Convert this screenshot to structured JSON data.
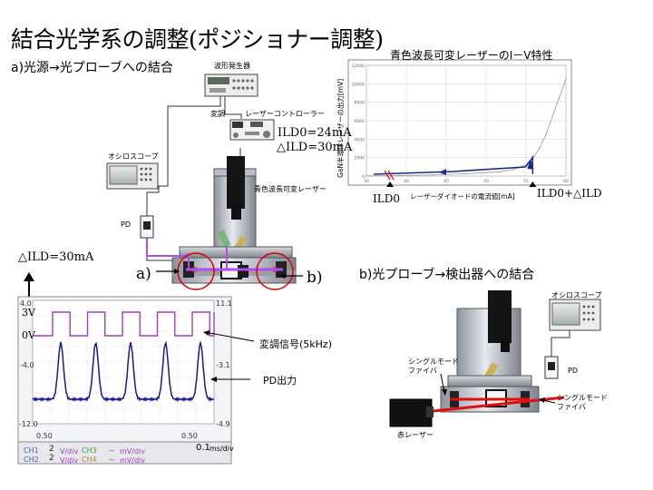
{
  "title": "結合光学系の調整(ポジショナー調整)",
  "section_a": "a)光源→光プローブへの結合",
  "section_b": "b)光プローブ→検出器への結合",
  "equip": {
    "waveform_gen": "波形発生器",
    "modulation": "変調",
    "laser_controller": "レーザーコントローラー",
    "oscilloscope_a": "オシロスコープ",
    "blue_laser": "青色波長可変レーザー",
    "pd": "PD",
    "oscilloscope_b": "オシロスコープ",
    "pd_b": "PD",
    "sm_fiber_left": "シングルモード\nファイバ",
    "sm_fiber_right": "シングルモード\nファイバ",
    "red_laser": "赤レーザー"
  },
  "params": {
    "ild0": "ILD0=24mA",
    "dild": "△ILD=30mA",
    "dild_left": "△ILD=30mA"
  },
  "markers": {
    "a": "a)",
    "b": "b)"
  },
  "scope": {
    "label_3v": "3V",
    "label_0v": "0V",
    "mod_signal": "変調信号(5kHz)",
    "pd_output": "PD出力",
    "left_ticks": [
      "4.0",
      "-4.0",
      "-12.0"
    ],
    "right_ticks": [
      "11.1",
      "-3.1",
      "-4.9"
    ],
    "bottom_left": "0.50",
    "bottom_right": "0.50",
    "timebase": "0.1",
    "timebase_unit": "ms/div",
    "ch1_name": "CH1",
    "ch1_val": "2",
    "ch1_unit": "V/div",
    "ch2_name": "CH2",
    "ch2_val": "2",
    "ch2_unit": "V/div",
    "ch3_name": "CH3",
    "ch3_val": "--",
    "ch3_unit": "mV/div",
    "ch4_name": "CH4",
    "ch4_val": "--",
    "ch4_unit": "mV/div",
    "colors": {
      "mod": "#a040c0",
      "pd": "#1a1a90",
      "frame": "#8a8a9a"
    }
  },
  "chart_data": {
    "type": "line",
    "title": "青色波長可変レーザーのI－V特性",
    "xlabel": "レーザーダイオードの電流値[mA]",
    "ylabel": "GaN半導体レーザーの出力[mV]",
    "x_ticks": [
      "30",
      "40",
      "45",
      "50",
      "55",
      "60"
    ],
    "y_ticks": [
      "0",
      "2000",
      "4000",
      "6000",
      "8000",
      "10000",
      "12000"
    ],
    "xlim": [
      30,
      60
    ],
    "ylim": [
      0,
      12000
    ],
    "series": [
      {
        "x": [
          30,
          35,
          40,
          45,
          50,
          52,
          54,
          55,
          56,
          57,
          58,
          59,
          60
        ],
        "y": [
          20,
          60,
          120,
          250,
          450,
          700,
          1200,
          1900,
          3000,
          4500,
          6500,
          8500,
          10500
        ]
      }
    ],
    "annotations": {
      "ild0": "ILD0",
      "ild0_plus": "ILD0+△ILD"
    }
  }
}
